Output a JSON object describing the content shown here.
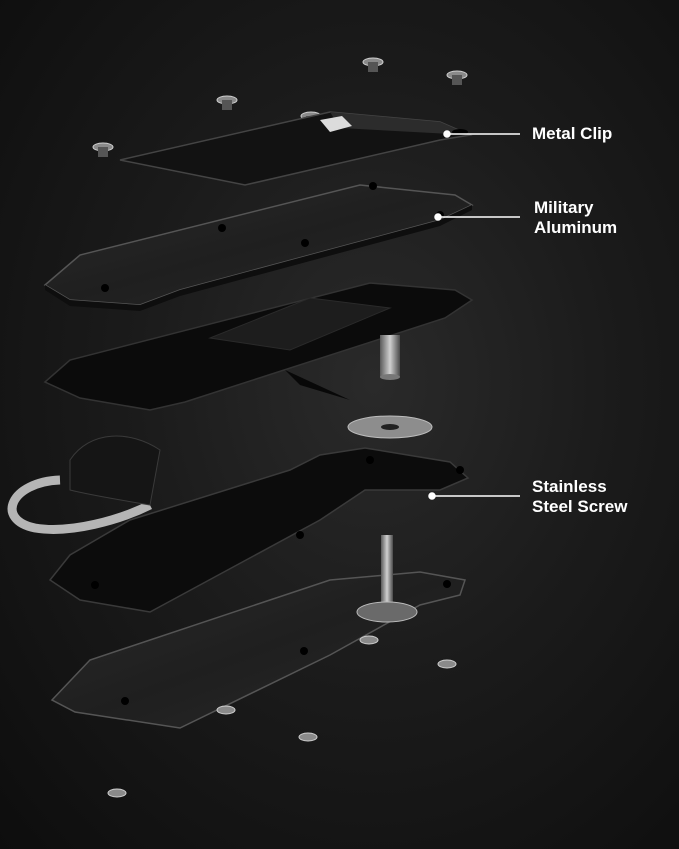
{
  "callouts": {
    "metal_clip": {
      "lines": [
        "Metal Clip"
      ]
    },
    "military_aluminum": {
      "lines": [
        "Military",
        "Aluminum"
      ]
    },
    "stainless_steel_screw": {
      "lines": [
        "Stainless",
        "Steel Screw"
      ]
    }
  },
  "colors": {
    "background": "#151515",
    "plate": "#1c1c1c",
    "plate_edge": "#3a3a3a",
    "metal": "#9a9a9a",
    "text": "#ffffff"
  }
}
